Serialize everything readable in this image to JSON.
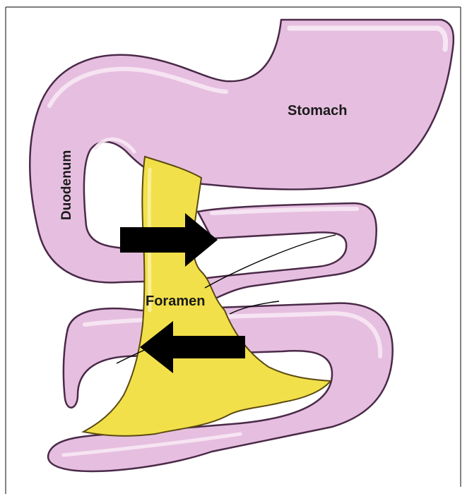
{
  "labels": {
    "stomach": "Stomach",
    "duodenum": "Duodenum",
    "foramen": "Foramen"
  },
  "colors": {
    "gut_fill": "#e6bfe0",
    "gut_outline": "#4a2a48",
    "gut_highlight": "#f7e8f4",
    "foramen_fill": "#f2e04a",
    "foramen_outline": "#5a4a10",
    "arrow": "#000000",
    "frame": "#333333"
  },
  "arrows": [
    {
      "name": "arrow-right",
      "direction": "right"
    },
    {
      "name": "arrow-left",
      "direction": "left"
    }
  ]
}
